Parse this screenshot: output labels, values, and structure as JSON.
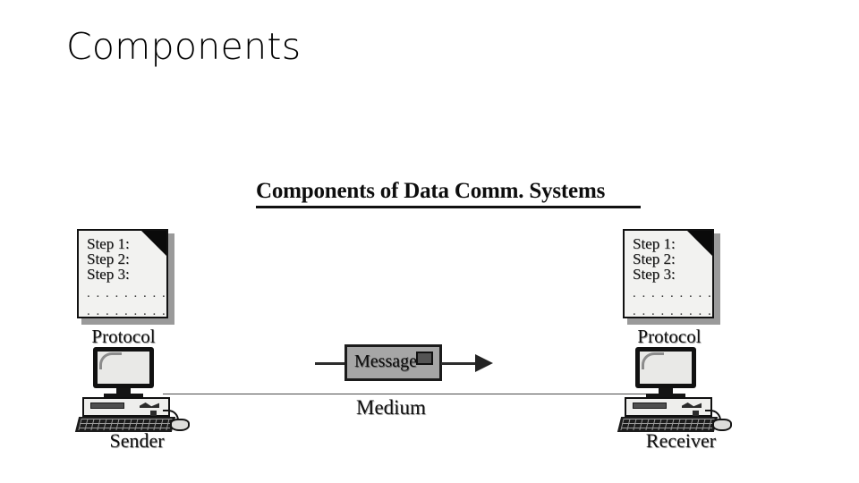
{
  "slide": {
    "title": "Components",
    "background_color": "#ffffff"
  },
  "figure": {
    "heading": "Components of Data Comm. Systems",
    "documents": [
      {
        "name": "protocol-left",
        "steps": [
          "Step 1:",
          "Step 2:",
          "Step 3:"
        ],
        "dots_rows": [
          ". . . . . . . . . . . . .",
          ". . . . . . . . . . . . ."
        ],
        "label": "Protocol",
        "fold_icon": "page-fold-icon"
      },
      {
        "name": "protocol-right",
        "steps": [
          "Step 1:",
          "Step 2:",
          "Step 3:"
        ],
        "dots_rows": [
          ". . . . . . . . . . . . .",
          ". . . . . . . . . . . . ."
        ],
        "label": "Protocol",
        "fold_icon": "page-fold-icon"
      }
    ],
    "message": {
      "label": "Message",
      "box_fill_color": "#a6a6a6",
      "box_border_color": "#1b1b1b",
      "chip_color": "#545454",
      "arrow_color": "#232323",
      "arrow_direction": "right"
    },
    "medium": {
      "label": "Medium",
      "line_color": "#4a4a4a"
    },
    "computers": [
      {
        "name": "sender-computer",
        "label": "Sender",
        "screen_color": "#e9e9e7",
        "case_color": "#eeeeec",
        "keyboard_color": "#1c1c1c"
      },
      {
        "name": "receiver-computer",
        "label": "Receiver",
        "screen_color": "#e9e9e7",
        "case_color": "#eeeeec",
        "keyboard_color": "#1c1c1c"
      }
    ]
  }
}
